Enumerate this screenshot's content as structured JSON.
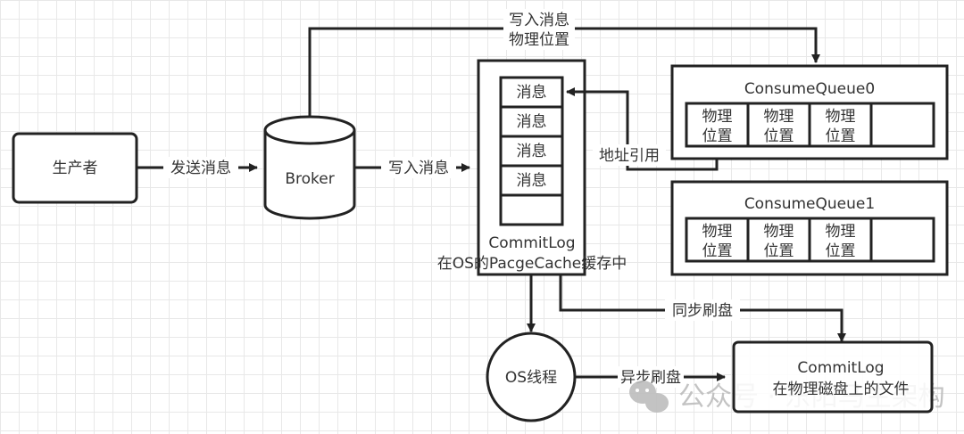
{
  "nodes": {
    "producer": "生产者",
    "broker": "Broker",
    "commitlog_cache": {
      "cells": [
        "消息",
        "消息",
        "消息",
        "消息",
        ""
      ],
      "title": "CommitLog",
      "subtitle": "在OS的PacgeCache缓存中"
    },
    "consume_queues": [
      {
        "title": "ConsumeQueue0",
        "cells": [
          [
            "物理",
            "位置"
          ],
          [
            "物理",
            "位置"
          ],
          [
            "物理",
            "位置"
          ],
          [
            "",
            ""
          ]
        ]
      },
      {
        "title": "ConsumeQueue1",
        "cells": [
          [
            "物理",
            "位置"
          ],
          [
            "物理",
            "位置"
          ],
          [
            "物理",
            "位置"
          ],
          [
            "",
            ""
          ]
        ]
      }
    ],
    "os_thread": "OS线程",
    "commitlog_disk": {
      "title": "CommitLog",
      "subtitle": "在物理磁盘上的文件"
    }
  },
  "edges": {
    "send_message": "发送消息",
    "write_message": "写入消息",
    "write_position_line1": "写入消息",
    "write_position_line2": "物理位置",
    "address_ref": "地址引用",
    "sync_flush": "同步刷盘",
    "async_flush": "异步刷盘"
  },
  "watermark": "公众号 · 东阳马生架构"
}
